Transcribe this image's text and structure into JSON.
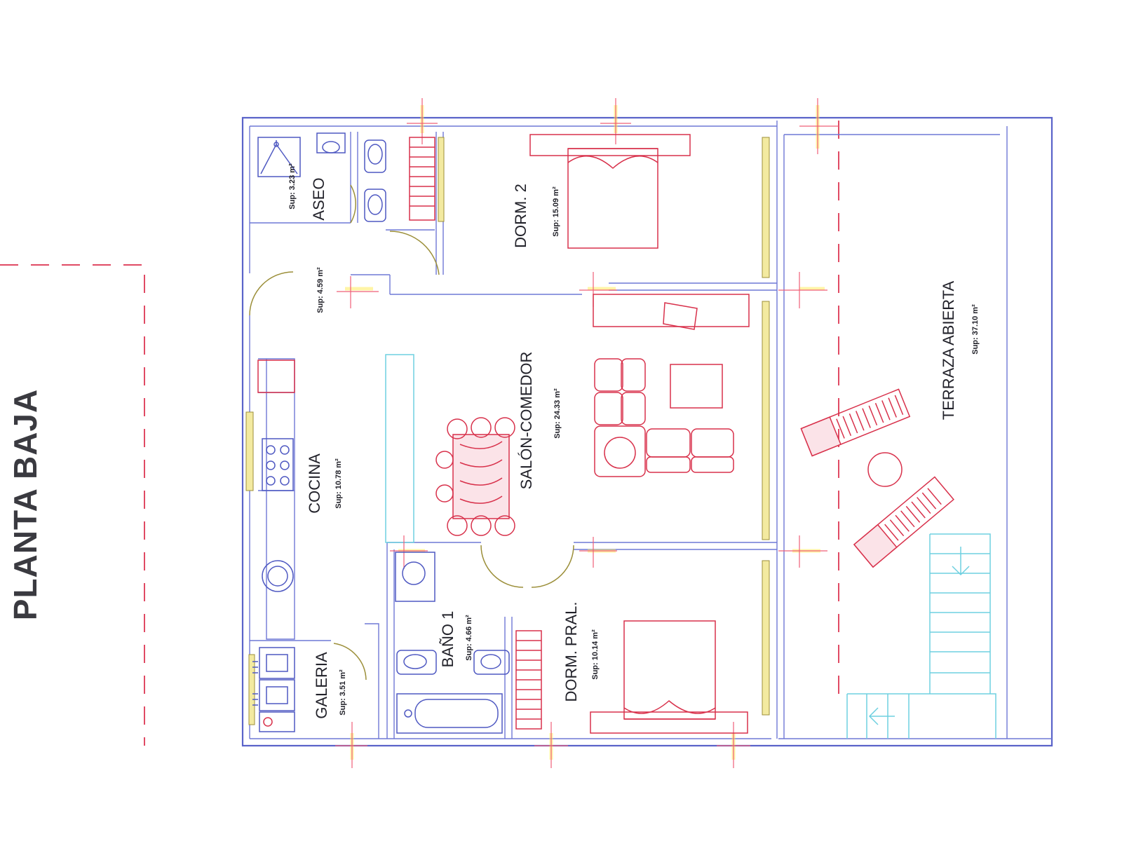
{
  "plan": {
    "title": "PLANTA BAJA",
    "rooms": {
      "aseo": {
        "name": "ASEO",
        "area": "Sup: 3.23 m²"
      },
      "pasillo": {
        "name": "",
        "area": "Sup: 4.59 m²"
      },
      "dorm2": {
        "name": "DORM. 2",
        "area": "Sup: 15.09 m²"
      },
      "salon": {
        "name": "SALÓN-COMEDOR",
        "area": "Sup: 24.33 m²"
      },
      "cocina": {
        "name": "COCINA",
        "area": "Sup: 10.78 m²"
      },
      "galeria": {
        "name": "GALERIA",
        "area": "Sup: 3.51 m²"
      },
      "bano1": {
        "name": "BAÑO 1",
        "area": "Sup: 4.66 m²"
      },
      "dormpral": {
        "name": "DORM. PRAL.",
        "area": "Sup: 10.14 m²"
      },
      "terraza": {
        "name": "TERRAZA ABIERTA",
        "area": "Sup: 37.10 m²"
      }
    },
    "colors": {
      "walls": "#5a63c9",
      "furniture": "#d8314b",
      "glazing": "#6fd0e0",
      "doors": "#9c8f3a",
      "axis_markers": "#ef5f78"
    }
  }
}
